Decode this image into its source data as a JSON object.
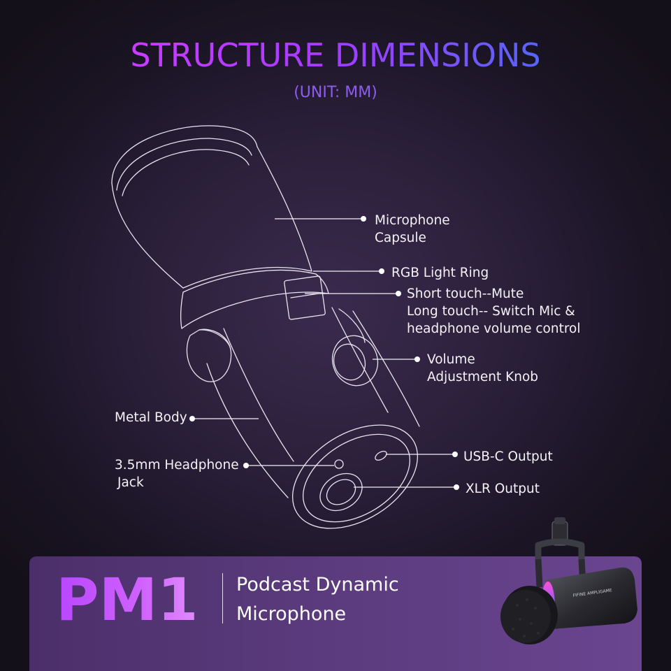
{
  "header": {
    "title": "STRUCTURE DIMENSIONS",
    "subtitle": "(UNIT: MM)"
  },
  "callouts": {
    "capsule": [
      "Microphone",
      "Capsule"
    ],
    "rgb_ring": "RGB Light Ring",
    "touch": [
      "Short touch--Mute",
      "Long touch-- Switch Mic &",
      "headphone volume control"
    ],
    "volume_knob": [
      "Volume",
      "Adjustment Knob"
    ],
    "metal_body": "Metal Body",
    "headphone_jack": [
      "3.5mm Headphone",
      "Jack"
    ],
    "usb_c": "USB-C  Output",
    "xlr": "XLR Output"
  },
  "banner": {
    "model": "PM1",
    "product_line_1": "Podcast Dynamic",
    "product_line_2": "Microphone",
    "photo_brand_text": "FIFINE AMPLIGAME"
  },
  "colors": {
    "title_start": "#c83cff",
    "title_end": "#4a6bf5",
    "subtitle": "#8f5cf0",
    "banner": "#5a3a7c",
    "model_text": "#c85aff",
    "line_art": "#e8e4ef"
  }
}
